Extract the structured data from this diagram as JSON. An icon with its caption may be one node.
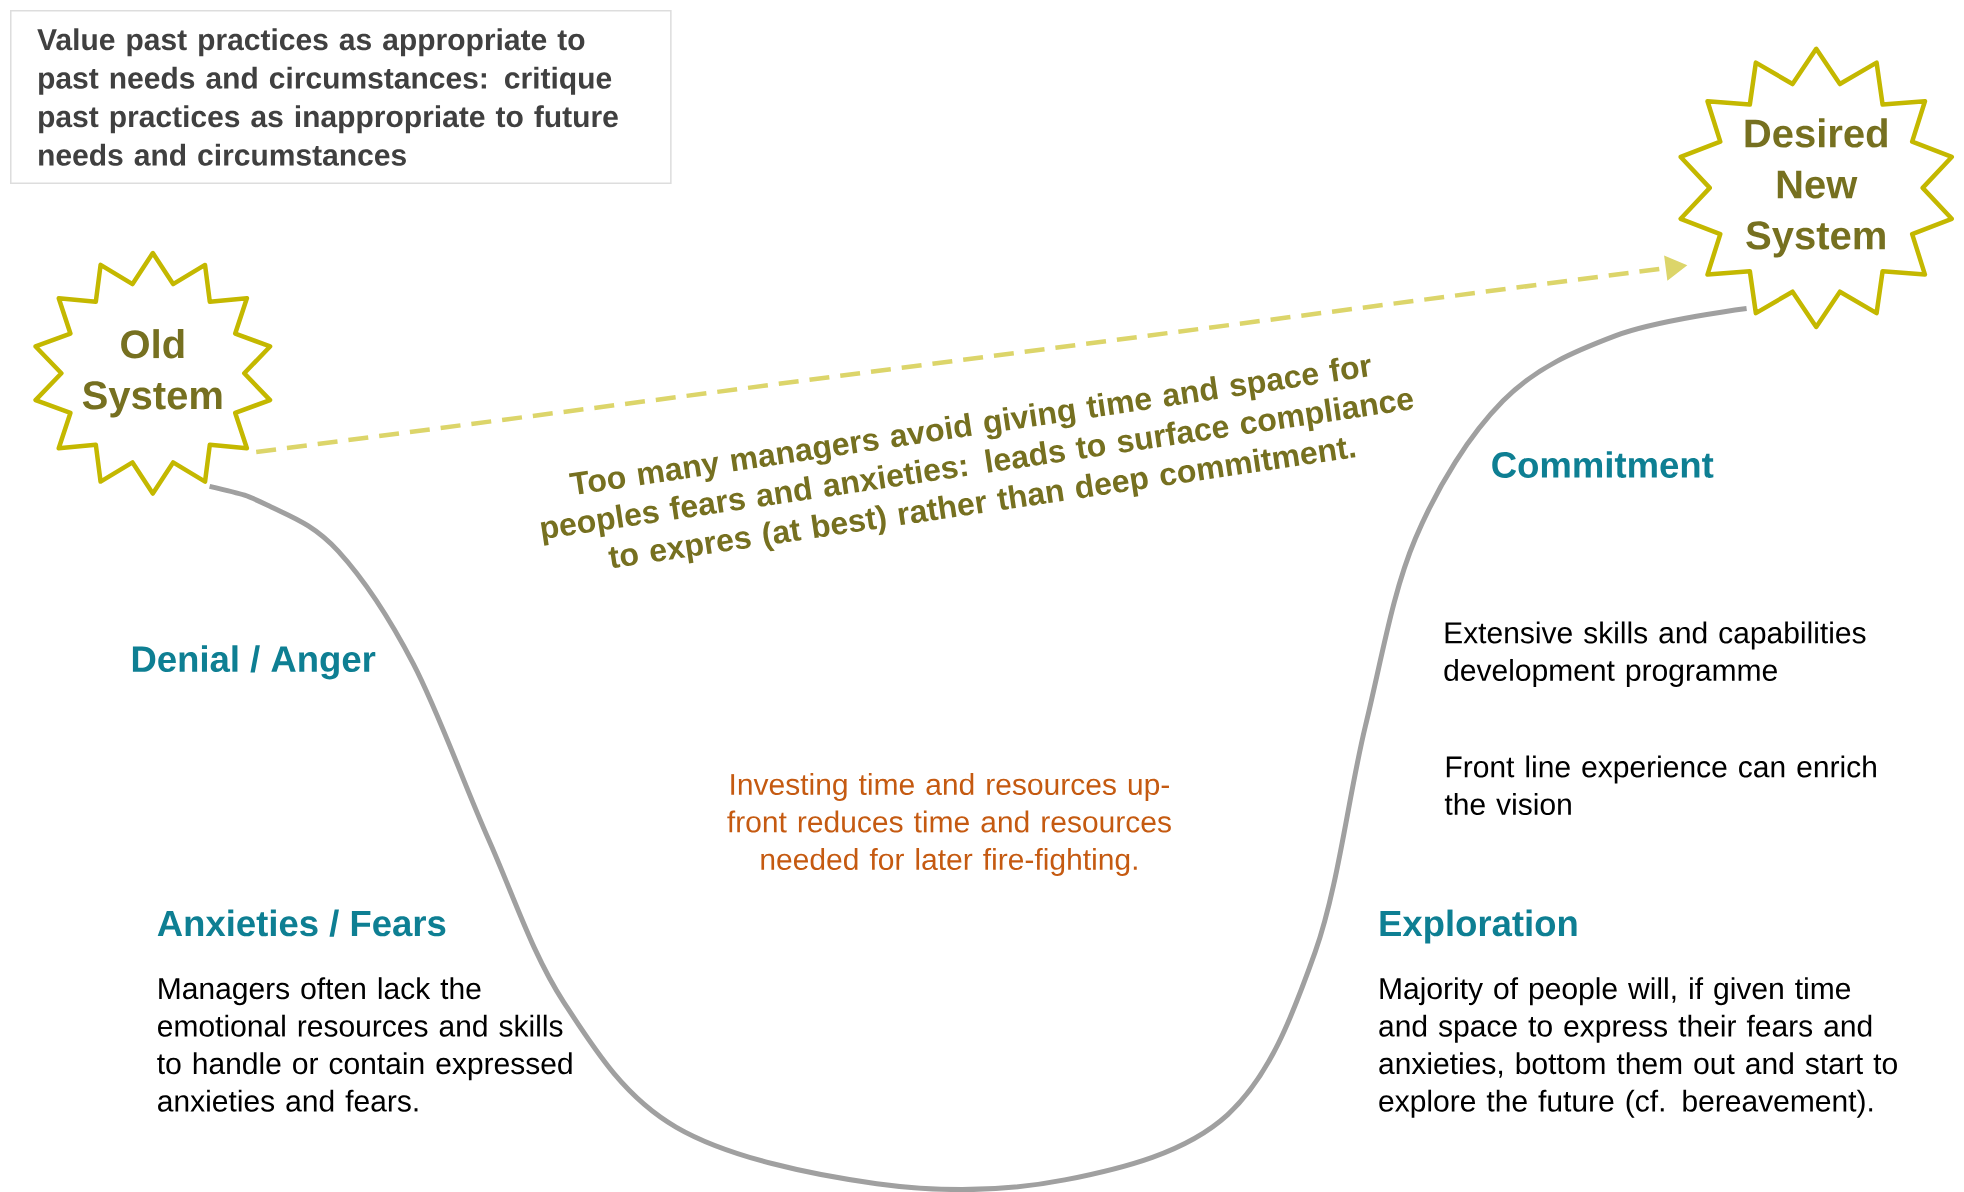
{
  "diagram": {
    "nodes": [
      {
        "text": [
          "Value past practices as appropriate to past needs and circumstances: critique past practices as inappropriate to future needs and circumstances"
        ]
      },
      {
        "text": [
          "Old System"
        ]
      },
      {
        "text": [
          "Desired New System"
        ]
      }
    ],
    "edges": [
      {
        "from": 1,
        "to": 2,
        "arrow": "to",
        "style": "dashed",
        "color": "#dcd56a",
        "label": "Too many managers avoid giving time and space for peoples fears and anxieties: leads to surface compliance to expres (at best) rather than deep commitment."
      },
      {
        "from": 1,
        "to": 2,
        "arrow": "none",
        "color": "#a0a0a0"
      }
    ],
    "labels": [
      "Denial / Anger",
      "Investing time and resources up-front reduces time and resources needed for later fire-fighting.",
      "Anxieties / Fears",
      "Managers often lack the emotional resources and skills to handle or contain expressed anxieties and fears.",
      "Commitment",
      "Extensive skills and capabilities development programme",
      "Front line experience can enrich the vision",
      "Exploration",
      "Majority of people will, if given time and space to express their fears and anxieties, bottom them out and start to explore the future (cf. bereavement)."
    ]
  }
}
